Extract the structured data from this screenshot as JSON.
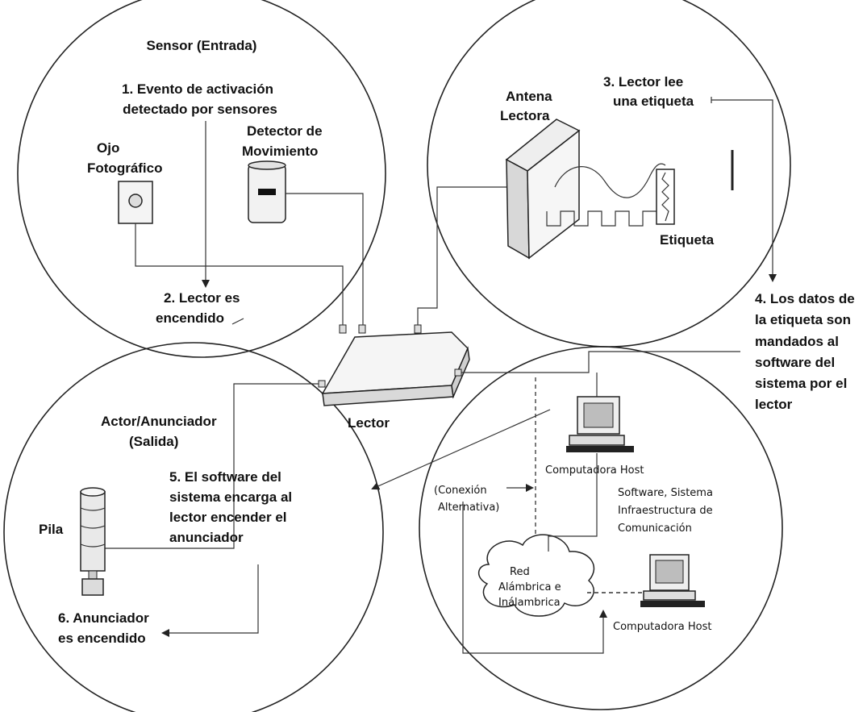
{
  "sensor": {
    "title": "Sensor (Entrada)",
    "step1": [
      "1. Evento de activación",
      "detectado por sensores"
    ],
    "ojo": [
      "Ojo",
      "Fotográfico"
    ],
    "detector": [
      "Detector de",
      "Movimiento"
    ],
    "step2": [
      "2. Lector es",
      "encendido"
    ]
  },
  "antenna": {
    "antena": [
      "Antena",
      "Lectora"
    ],
    "step3": [
      "3. Lector lee",
      "una etiqueta"
    ],
    "etiqueta": "Etiqueta"
  },
  "step4": [
    "4. Los datos de",
    "la etiqueta  son",
    "mandados al",
    "software del",
    "sistema por el",
    "lector"
  ],
  "reader": {
    "label": "Lector"
  },
  "actor": {
    "title": [
      "Actor/Anunciador",
      "(Salida)"
    ],
    "step5": [
      "5. El software del",
      "sistema encarga al",
      "lector encender el",
      "anunciador"
    ],
    "pila": "Pila",
    "step6": [
      "6. Anunciador",
      "es encendido"
    ]
  },
  "network": {
    "host1": "Computadora Host",
    "alt": [
      "(Conexión",
      "Alternativa)"
    ],
    "software": [
      "Software, Sistema",
      "Infraestructura de",
      "Comunicación"
    ],
    "red": [
      "Red",
      "Alámbrica e",
      "Inálambrica"
    ],
    "host2": "Computadora Host"
  }
}
